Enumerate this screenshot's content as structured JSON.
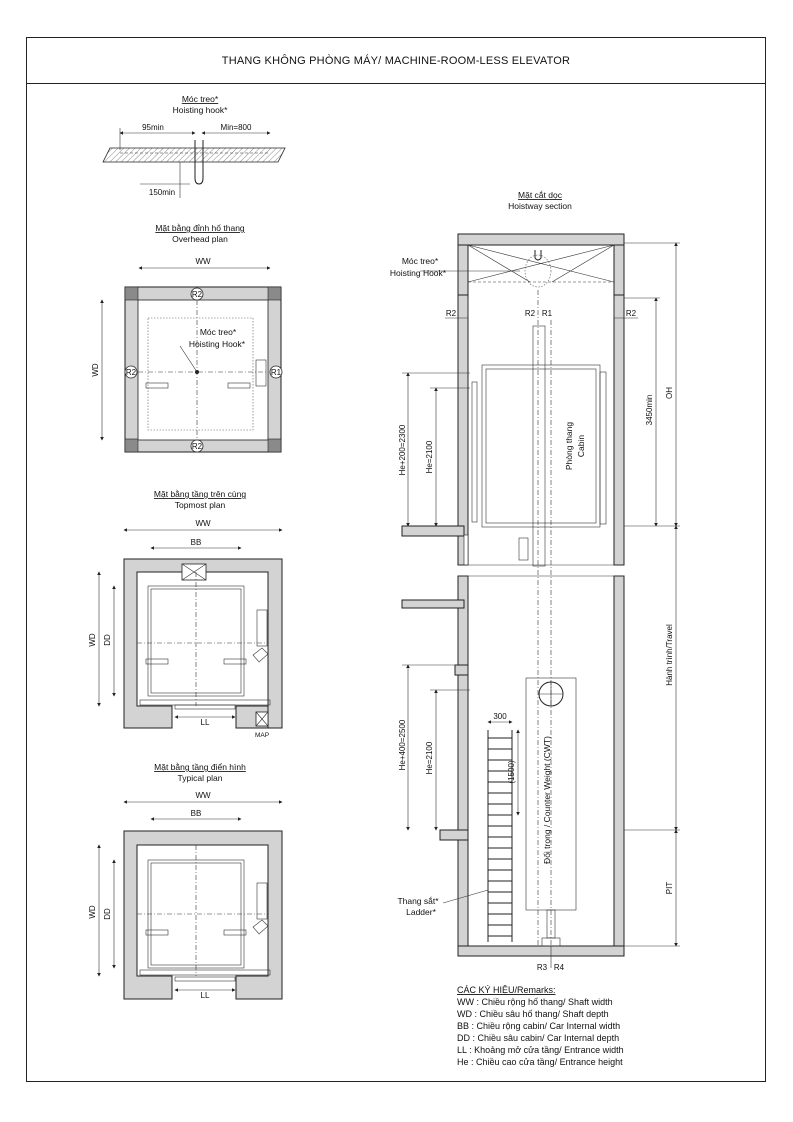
{
  "title": "THANG KHÔNG PHÒNG MÁY/  MACHINE-ROOM-LESS ELEVATOR",
  "hook_detail": {
    "title_vi": "Móc treo*",
    "title_en": "Hoisting hook*",
    "dim_left": "95min",
    "dim_right": "Min=800",
    "dim_bottom": "150min"
  },
  "overhead_plan": {
    "title_vi": "Mặt bằng đỉnh hố thang",
    "title_en": "Overhead plan",
    "ww": "WW",
    "wd": "WD",
    "r2_top": "R2",
    "r2_left": "R2",
    "r2_bottom": "R2",
    "r1": "R1",
    "hook_vi": "Móc treo*",
    "hook_en": "Hoisting Hook*"
  },
  "topmost_plan": {
    "title_vi": "Mặt bằng tầng trên cùng",
    "title_en": "Topmost plan",
    "ww": "WW",
    "bb": "BB",
    "wd": "WD",
    "dd": "DD",
    "ll": "LL",
    "map": "MAP"
  },
  "typical_plan": {
    "title_vi": "Mặt bằng tầng điển hình",
    "title_en": "Typical plan",
    "ww": "WW",
    "bb": "BB",
    "wd": "WD",
    "dd": "DD",
    "ll": "LL"
  },
  "section": {
    "title_vi": "Mặt cắt dọc",
    "title_en": "Hoistway section",
    "hook_vi": "Móc treo*",
    "hook_en": "Hoisting Hook*",
    "r2_left": "R2",
    "r2_mid": "R2",
    "r1": "R1",
    "r2_right": "R2",
    "he200": "He+200=2300",
    "he2100_top": "He=2100",
    "cabin": "Phòng thang",
    "cabin2": "Cabin",
    "h3450": "3450min",
    "oh": "OH",
    "travel": "Hành trình/Travel",
    "he400": "He+400=2500",
    "he2100_bot": "He=2100",
    "d300": "300",
    "d1500": "(1500)",
    "cwt": "Đối trọng / Counter Weight (CWT)",
    "ladder_vi": "Thang sắt*",
    "ladder_en": "Ladder*",
    "pit": "PIT",
    "r3": "R3",
    "r4": "R4"
  },
  "remarks": {
    "heading": "CÁC KÝ HIỆU/Remarks:",
    "items": [
      "WW : Chiều rộng hố thang/ Shaft width",
      "WD  : Chiều sâu hố thang/ Shaft depth",
      "BB   : Chiều rộng cabin/ Car Internal width",
      "DD   : Chiều sâu cabin/ Car Internal depth",
      "LL    : Khoảng mở cửa tầng/ Entrance width",
      "He   : Chiều cao cửa tầng/ Entrance height"
    ]
  }
}
